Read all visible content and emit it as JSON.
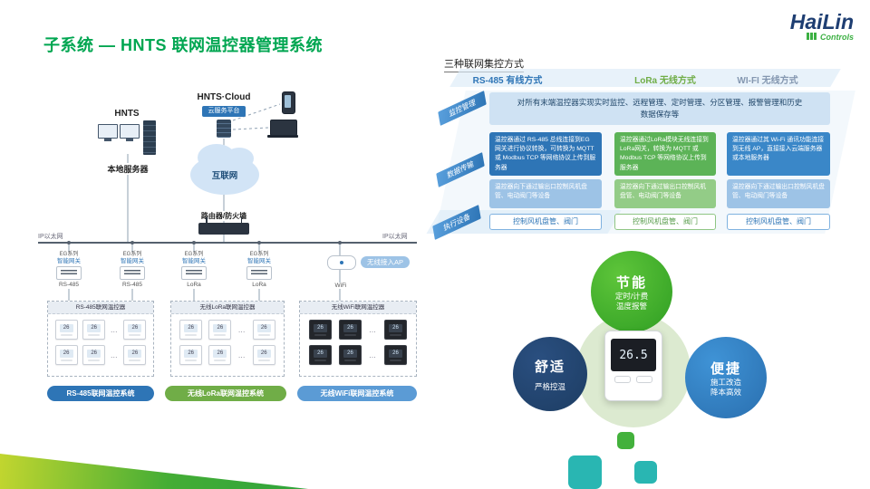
{
  "header": {
    "title": "子系统 — HNTS 联网温控器管理系统",
    "logo": {
      "name": "HaiLin",
      "controls": "Controls"
    }
  },
  "colors": {
    "title_green": "#00a651",
    "brand_navy": "#1e3e72",
    "table_blue": "#2e75b6",
    "lora_green": "#5cb357",
    "light_blue": "#9dc3e6",
    "teal": "#29b6b2"
  },
  "diagram": {
    "hnts_label": "HNTS",
    "local_server": "本地服务器",
    "cloud_label": "HNTS·Cloud",
    "cloud_platform": "云服务平台",
    "internet": "互联网",
    "router": "路由器/防火墙",
    "ip_ethernet_left": "IP以太网",
    "ip_ethernet_right": "IP以太网",
    "ap_label": "无线接入AP",
    "wifi_label": "WiFi",
    "dots": "…",
    "thermostat_value": "26",
    "gateways": [
      {
        "series": "EG系列",
        "name": "智能网关",
        "bus": "RS-485"
      },
      {
        "series": "EG系列",
        "name": "智能网关",
        "bus": "RS-485"
      },
      {
        "series": "EG系列",
        "name": "智能网关",
        "bus": "LoRa"
      },
      {
        "series": "EG系列",
        "name": "智能网关",
        "bus": "LoRa"
      }
    ],
    "groups": [
      {
        "header": "RS-485联网温控器",
        "pill": "RS-485联网温控系统"
      },
      {
        "header": "无线LoRa联网温控器",
        "pill": "无线LoRa联网温控系统"
      },
      {
        "header": "无线WiFi联网温控器",
        "pill": "无线WiFi联网温控系统"
      }
    ]
  },
  "table": {
    "section_title": "三种联网集控方式",
    "columns": [
      "RS-485 有线方式",
      "LoRa 无线方式",
      "WI-FI 无线方式"
    ],
    "row_labels": [
      "监控管理",
      "数据传输",
      "执行设备"
    ],
    "monitor": "对所有末端温控器实现实时监控、远程管理、定时管理、分区管理、报警管理和历史数据保存等",
    "transport": [
      "温控器通过 RS-485 总线连接到EG 网关进行协议转换，可转换为 MQTT 或 Modbus TCP 等网络协议上传到服务器",
      "温控器通过LoRa模块无线连接到LoRa网关，转换为 MQTT 或 Modbus TCP 等网络协议上传到服务器",
      "温控器通过其 Wi-Fi 通讯功能连接到无线 AP，直接接入云端服务器或本地服务器"
    ],
    "output": [
      "温控器向下通过输出口控制风机盘管、电动阀门等设备",
      "温控器向下通过输出口控制风机盘管、电动阀门等设备",
      "温控器向下通过输出口控制风机盘管、电动阀门等设备"
    ],
    "devices": [
      "控制风机盘管、阀门",
      "控制风机盘管、阀门",
      "控制风机盘管、阀门"
    ]
  },
  "features": [
    {
      "title": "节能",
      "line1": "定时/计费",
      "line2": "温度报警"
    },
    {
      "title": "舒适",
      "line1": "严格控温",
      "line2": ""
    },
    {
      "title": "便捷",
      "line1": "施工改造",
      "line2": "降本高效"
    }
  ],
  "thermostat": {
    "display": "26.5"
  }
}
